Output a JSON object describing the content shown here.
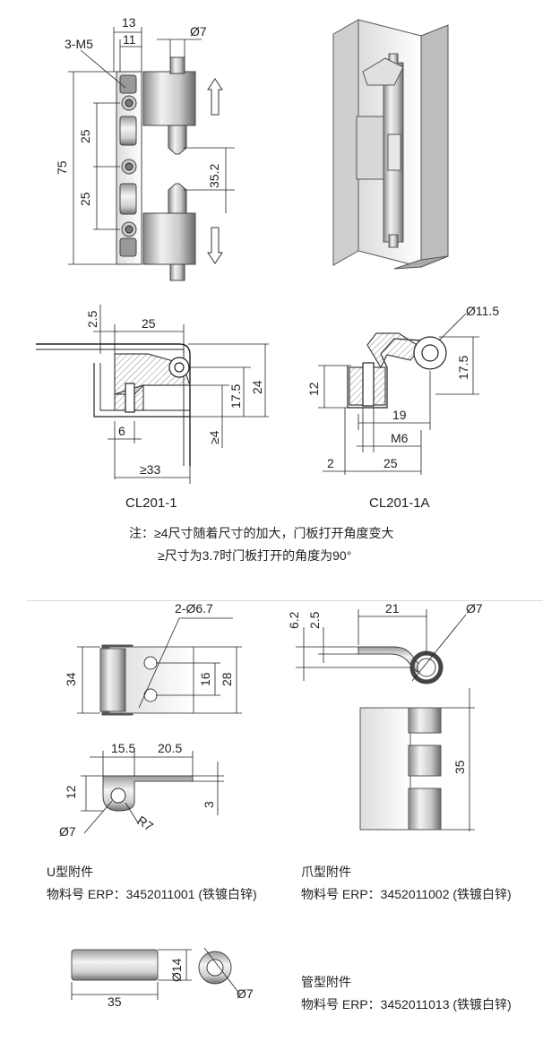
{
  "colors": {
    "line": "#222222",
    "metal_light": "#e8e8e8",
    "metal_mid": "#b8b8b8",
    "metal_dark": "#6e6e6e",
    "hatch": "#888888"
  },
  "hinge_top": {
    "dims": {
      "d13": "13",
      "d11": "11",
      "m5": "3-M5",
      "phi7": "Ø7",
      "d75": "75",
      "d25a": "25",
      "d25b": "25",
      "d352": "35.2"
    }
  },
  "section_1": {
    "caption": "CL201-1",
    "dims": {
      "d25": "2.5",
      "d25w": "25",
      "d175": "17.5",
      "d24": "24",
      "d6": "6",
      "ge4": "≥4",
      "ge33": "≥33"
    }
  },
  "section_1a": {
    "caption": "CL201-1A",
    "dims": {
      "phi115": "Ø11.5",
      "d12": "12",
      "d175": "17.5",
      "d19": "19",
      "m6": "M6",
      "d2": "2",
      "d25": "25"
    }
  },
  "notes": {
    "line1": "注：≥4尺寸随着尺寸的加大，门板打开角度变大",
    "line2": "≥尺寸为3.7时门板打开的角度为90°"
  },
  "u_type": {
    "dims": {
      "holes": "2-Ø6.7",
      "d34": "34",
      "d16": "16",
      "d28": "28",
      "d155": "15.5",
      "d205": "20.5",
      "d12": "12",
      "d3": "3",
      "phi7": "Ø7",
      "r7": "R7"
    },
    "title": "U型附件",
    "erp": "物料号 ERP：3452011001 (铁镀白锌)"
  },
  "claw_type": {
    "dims": {
      "d62": "6.2",
      "d25": "2.5",
      "d21": "21",
      "phi7": "Ø7",
      "d35": "35"
    },
    "title": "爪型附件",
    "erp": "物料号 ERP：3452011002 (铁镀白锌)"
  },
  "tube_type": {
    "dims": {
      "d14": "Ø14",
      "d35": "35",
      "phi7": "Ø7"
    },
    "title": "管型附件",
    "erp": "物料号 ERP：3452011013 (铁镀白锌)"
  }
}
